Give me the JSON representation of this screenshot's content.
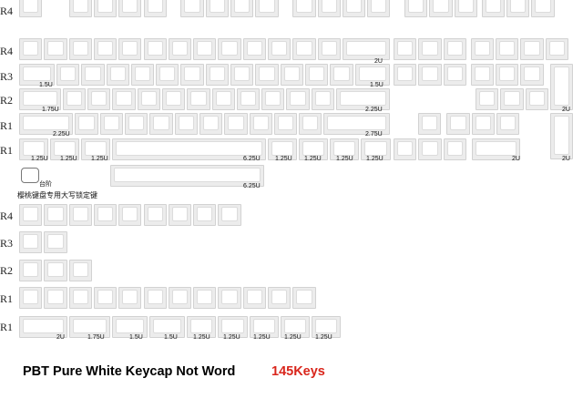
{
  "row_labels": [
    "R4",
    "R4",
    "R3",
    "R2",
    "R1",
    "R1",
    "R4",
    "R3",
    "R2",
    "R1",
    "R1"
  ],
  "size_labels": [
    "2U",
    "1.5U",
    "1.5U",
    "1.75U",
    "2.25U",
    "2.25U",
    "2.75U",
    "1.25U",
    "1.25U",
    "1.25U",
    "6.25U",
    "1.25U",
    "1.25U",
    "1.25U",
    "1.25U",
    "2U",
    "2U",
    "6.25U",
    "2U",
    "1.75U",
    "1.5U",
    "1.5U",
    "1.25U",
    "1.25U",
    "1.25U",
    "1.25U",
    "1.25U",
    "2U"
  ],
  "caps_note_key": "台阶",
  "caps_note_text": "樱桃键盘专用大写锁定键",
  "caption": {
    "title": "PBT Pure White Keycap Not Word",
    "count": "145Keys",
    "count_color": "#d9261c",
    "title_color": "#111111"
  }
}
